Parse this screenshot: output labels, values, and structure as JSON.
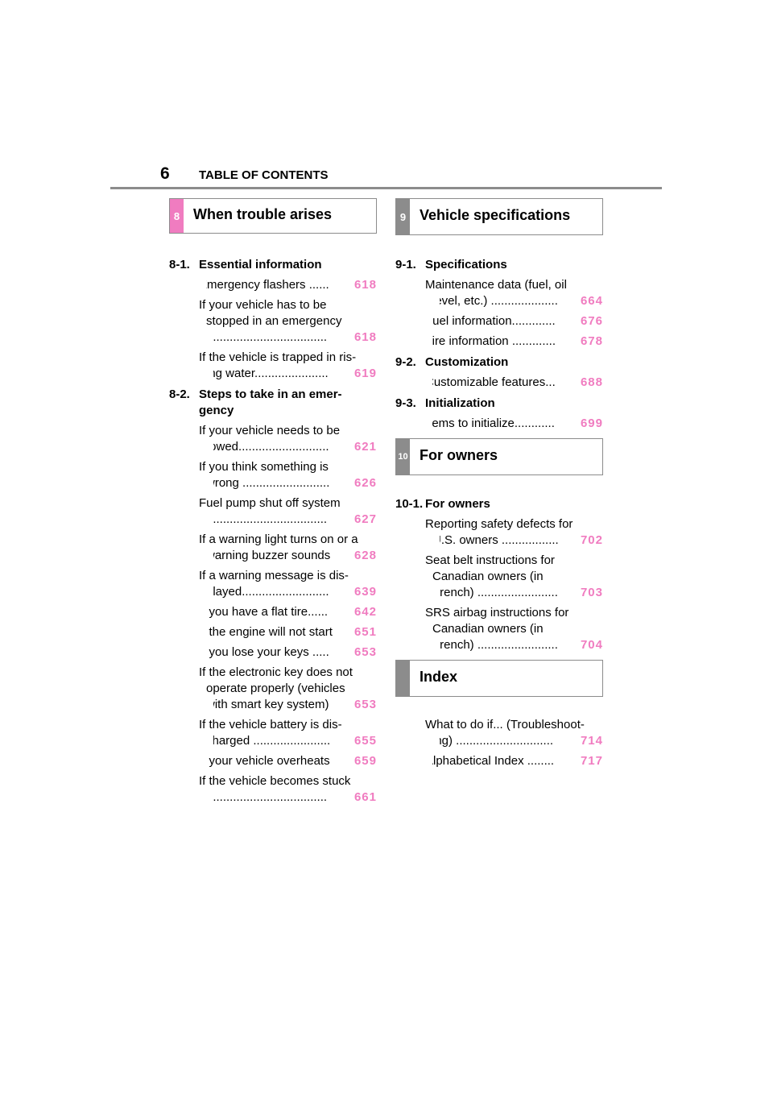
{
  "header": {
    "page_number": "6",
    "title": "TABLE OF CONTENTS"
  },
  "section8": {
    "tab": "8",
    "title": "When trouble arises",
    "groups": [
      {
        "num": "8-1.",
        "title": "Essential information",
        "entries": [
          {
            "text": "Emergency flashers ......",
            "page": "618"
          },
          {
            "lines": [
              "If your vehicle has to be",
              "stopped in an emergency"
            ],
            "text": "....................................",
            "page": "618"
          },
          {
            "lines": [
              "If the vehicle is trapped in ris-"
            ],
            "text": "ing water......................",
            "page": "619"
          }
        ]
      },
      {
        "num": "8-2.",
        "title": "Steps to take in an emer-",
        "title2": "gency",
        "entries": [
          {
            "lines": [
              "If your vehicle needs to be"
            ],
            "text": "towed...........................",
            "page": "621"
          },
          {
            "lines": [
              "If you think something is"
            ],
            "text": "wrong ..........................",
            "page": "626"
          },
          {
            "lines": [
              "Fuel pump shut off system"
            ],
            "text": "....................................",
            "page": "627"
          },
          {
            "lines": [
              "If a warning light turns on or a"
            ],
            "text": "warning buzzer sounds",
            "page": "628"
          },
          {
            "lines": [
              "If a warning message is dis-"
            ],
            "text": "played..........................",
            "page": "639"
          },
          {
            "text": "If you have a flat tire......",
            "page": "642"
          },
          {
            "text": "If the engine will not start",
            "page": "651"
          },
          {
            "text": "If you lose your keys .....",
            "page": "653"
          },
          {
            "lines": [
              "If the electronic key does not",
              "operate properly (vehicles"
            ],
            "text": "with smart key system)",
            "page": "653"
          },
          {
            "lines": [
              "If the vehicle battery is dis-"
            ],
            "text": "charged .......................",
            "page": "655"
          },
          {
            "text": "If your vehicle overheats",
            "page": "659"
          },
          {
            "lines": [
              "If the vehicle becomes stuck"
            ],
            "text": "....................................",
            "page": "661"
          }
        ]
      }
    ]
  },
  "section9": {
    "tab": "9",
    "title": "Vehicle specifications",
    "groups": [
      {
        "num": "9-1.",
        "title": "Specifications",
        "entries": [
          {
            "lines": [
              "Maintenance data (fuel, oil"
            ],
            "text": "level, etc.) ....................",
            "page": "664"
          },
          {
            "text": "Fuel information.............",
            "page": "676"
          },
          {
            "text": "Tire information .............",
            "page": "678"
          }
        ]
      },
      {
        "num": "9-2.",
        "title": "Customization",
        "entries": [
          {
            "text": "Customizable features...",
            "page": "688"
          }
        ]
      },
      {
        "num": "9-3.",
        "title": "Initialization",
        "entries": [
          {
            "text": "Items to initialize............",
            "page": "699"
          }
        ]
      }
    ]
  },
  "section10": {
    "tab": "10",
    "title": "For owners",
    "groups": [
      {
        "num": "10-1.",
        "title": "For owners",
        "entries": [
          {
            "lines": [
              "Reporting safety defects for"
            ],
            "text": "U.S. owners .................",
            "page": "702"
          },
          {
            "lines": [
              "Seat belt instructions for",
              "Canadian owners (in"
            ],
            "text": "French) ........................",
            "page": "703"
          },
          {
            "lines": [
              "SRS airbag instructions for",
              "Canadian owners (in"
            ],
            "text": "French) ........................",
            "page": "704"
          }
        ]
      }
    ]
  },
  "index": {
    "title": "Index",
    "entries": [
      {
        "lines": [
          "What to do if... (Troubleshoot-"
        ],
        "text": "ing)  .............................",
        "page": "714"
      },
      {
        "text": "Alphabetical Index  ........",
        "page": "717"
      }
    ]
  }
}
